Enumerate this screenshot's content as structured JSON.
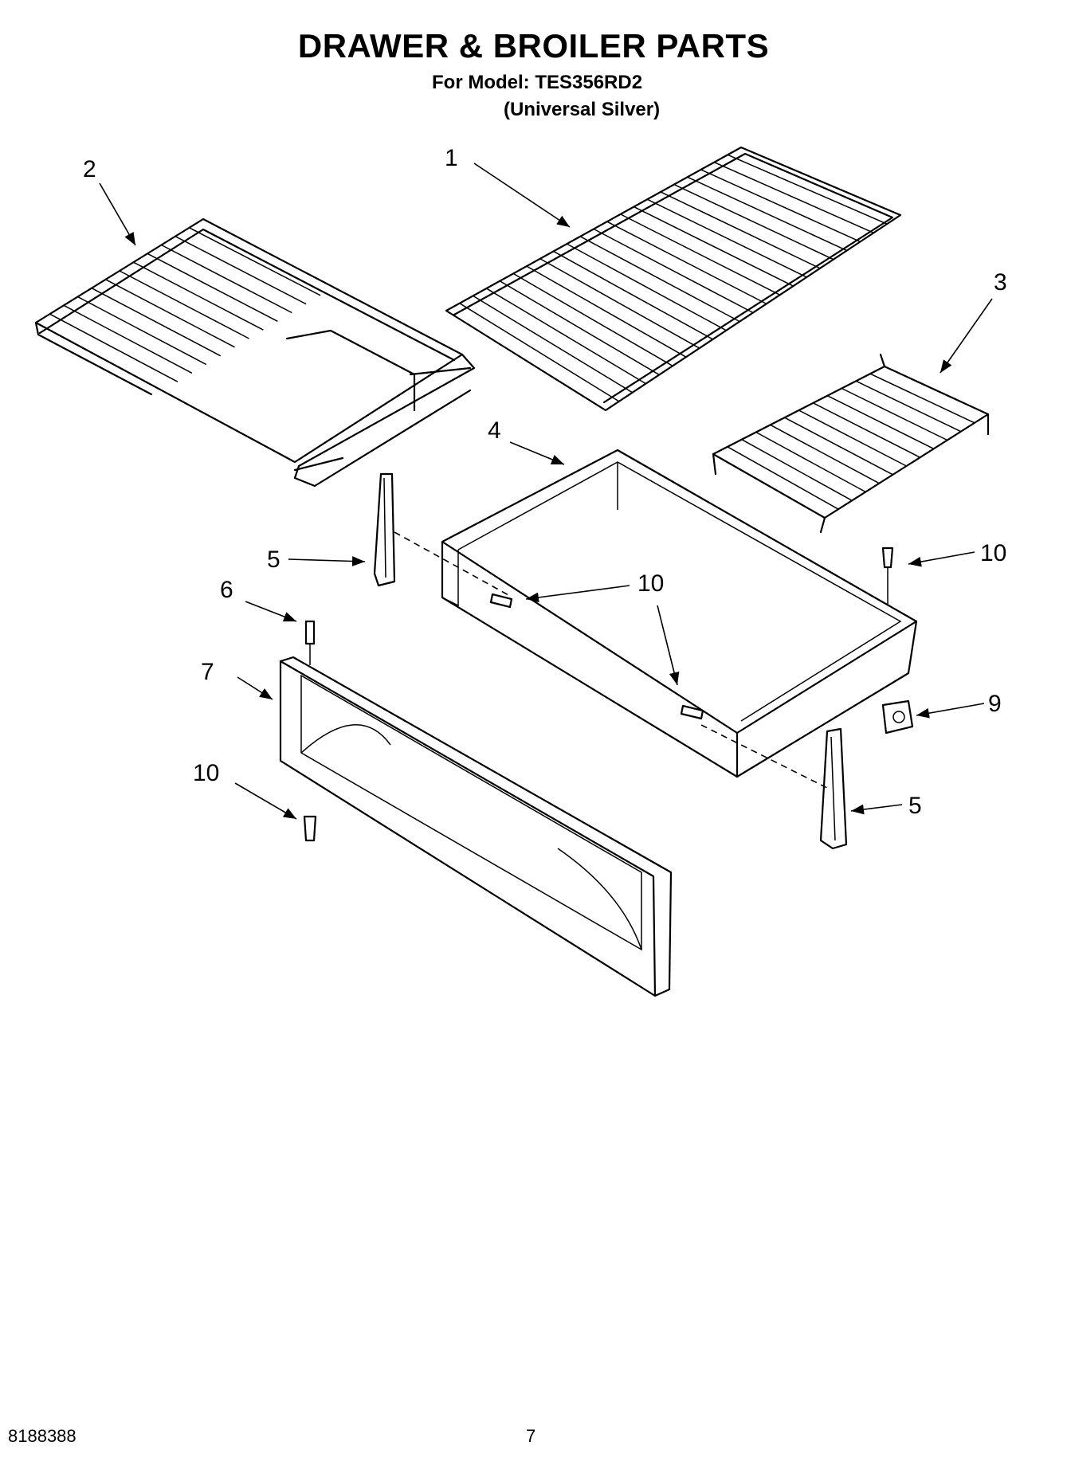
{
  "header": {
    "title": "DRAWER & BROILER PARTS",
    "model_line": "For Model: TES356RD2",
    "color_line": "(Universal Silver)"
  },
  "callouts": {
    "c1": "1",
    "c2": "2",
    "c3": "3",
    "c4": "4",
    "c5a": "5",
    "c5b": "5",
    "c6": "6",
    "c7": "7",
    "c9": "9",
    "c10a": "10",
    "c10b": "10",
    "c10c": "10",
    "c10d": "10"
  },
  "footer": {
    "doc_number": "8188388",
    "page_number": "7"
  }
}
